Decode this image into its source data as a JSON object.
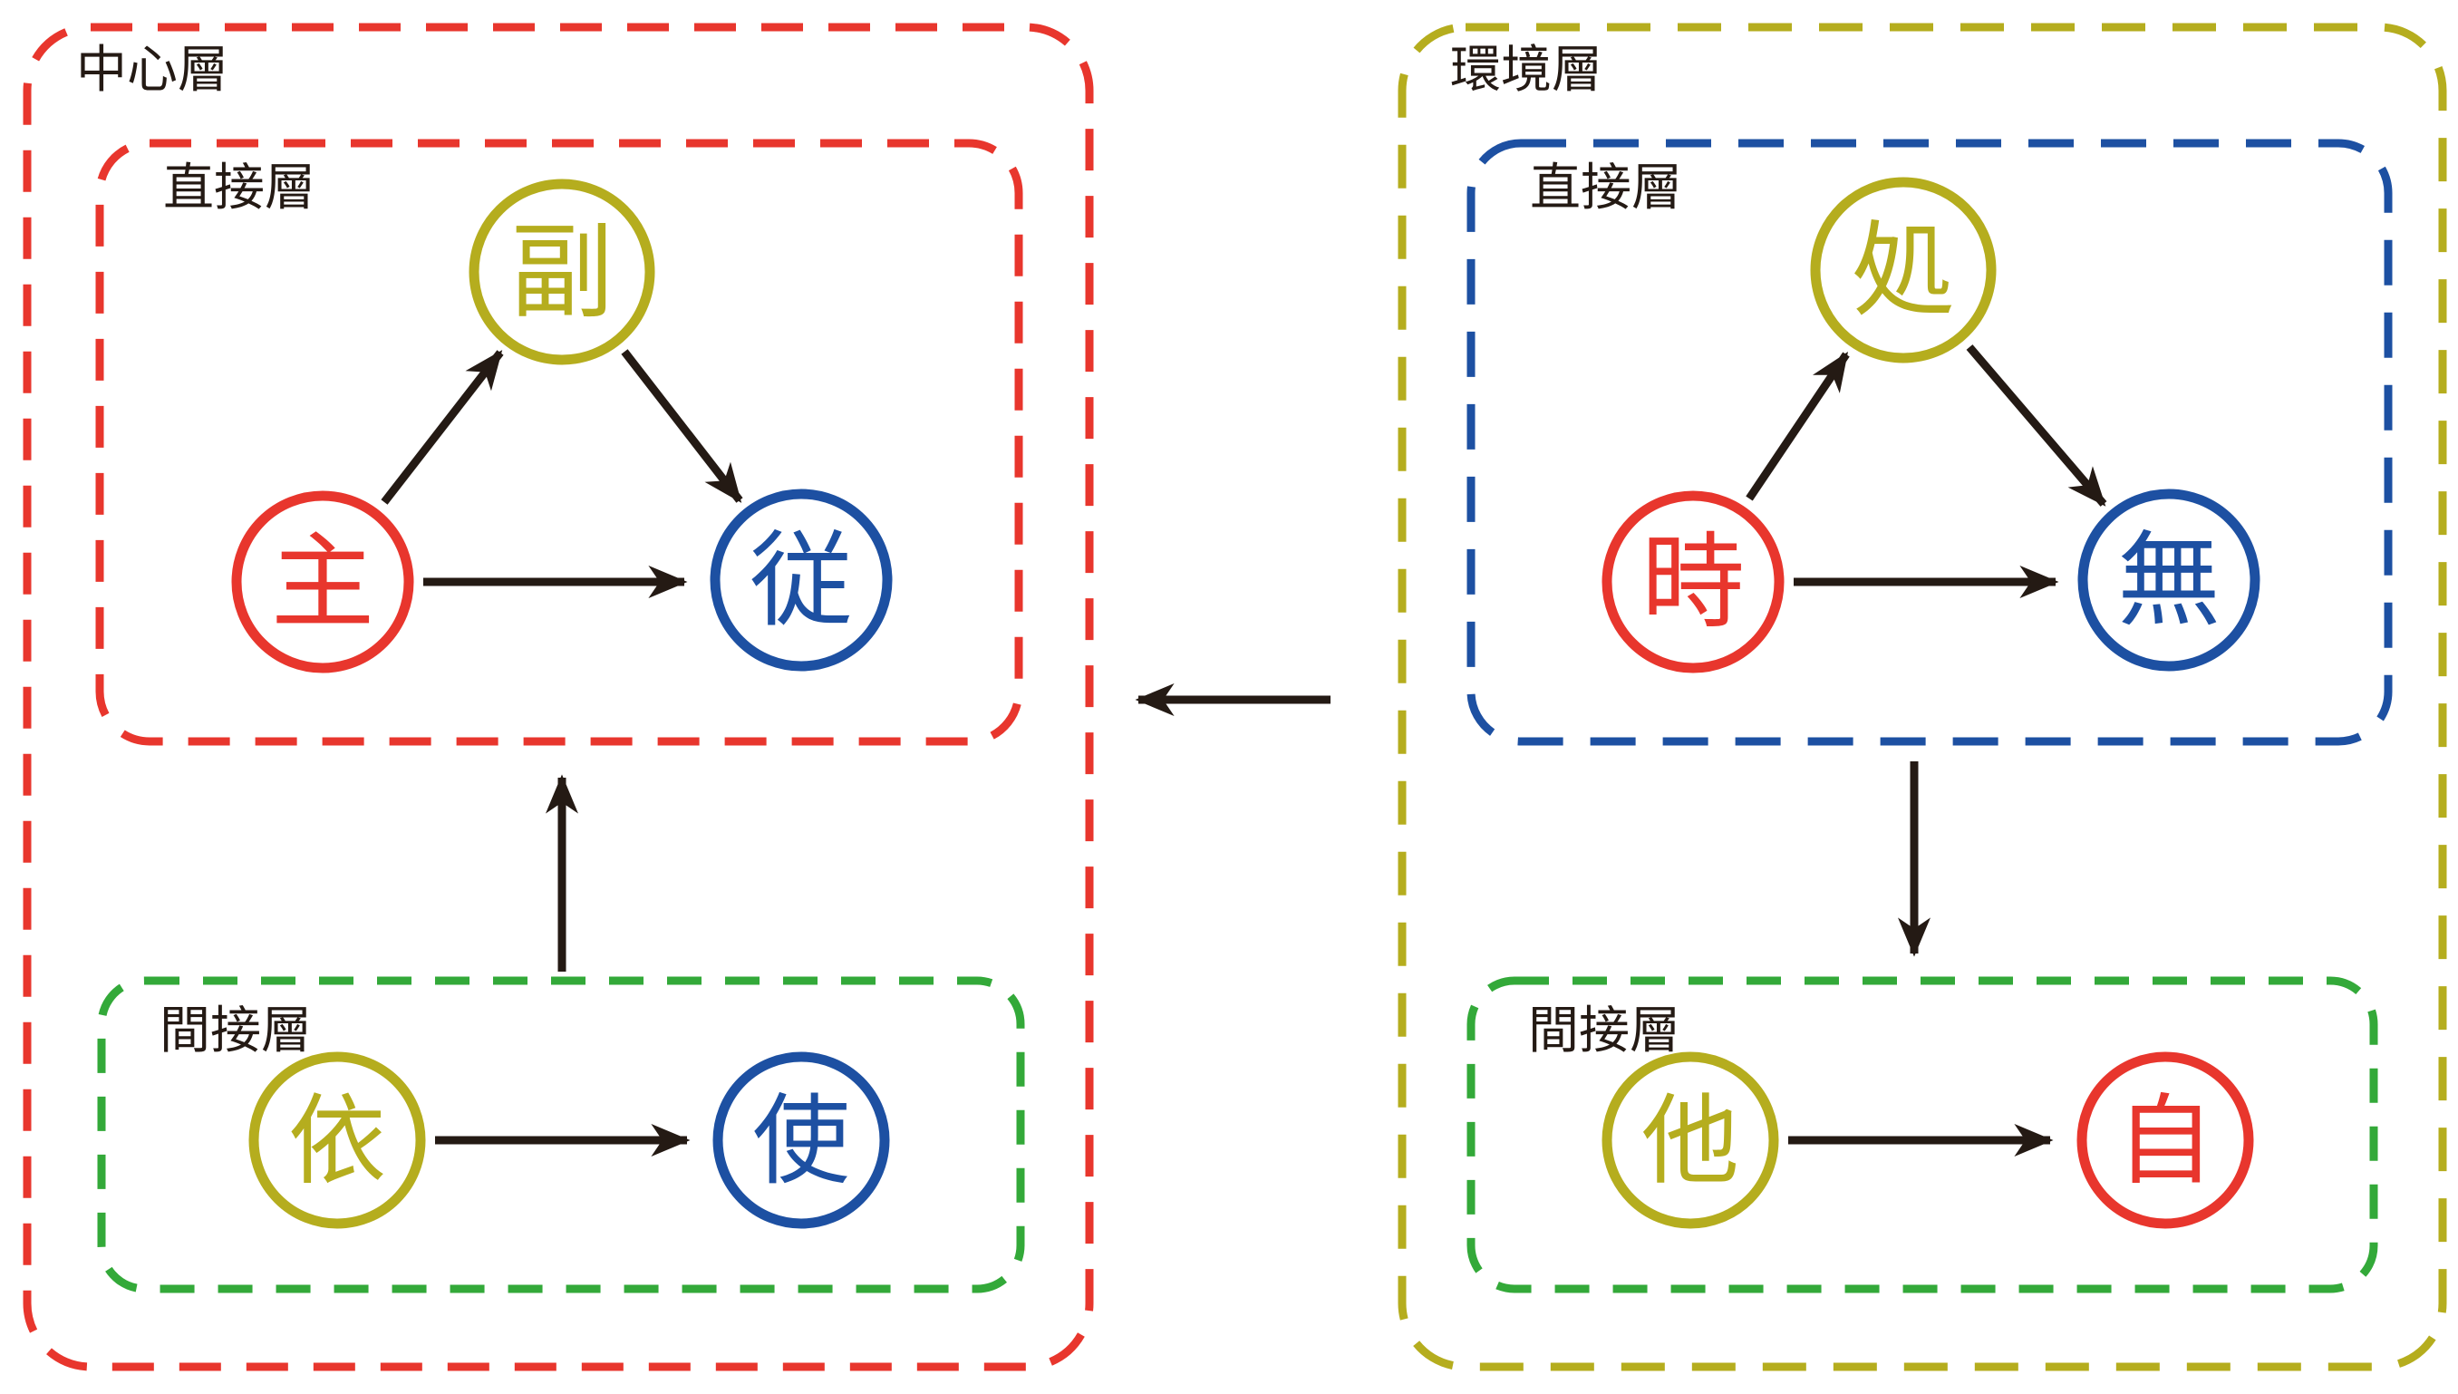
{
  "colors": {
    "red": "#e8362d",
    "olive": "#b5ad1e",
    "blue": "#1d50a2",
    "green": "#33a939",
    "ink": "#241a14",
    "background": "#ffffff"
  },
  "center_layer": {
    "label": "中心層",
    "direct_layer": {
      "label": "直接層",
      "nodes": [
        {
          "id": "main",
          "char": "主",
          "color": "red"
        },
        {
          "id": "sub",
          "char": "副",
          "color": "olive"
        },
        {
          "id": "subordinate",
          "char": "従",
          "color": "blue"
        }
      ],
      "edges": [
        "主 → 副",
        "副 → 従",
        "主 → 従"
      ]
    },
    "indirect_layer": {
      "label": "間接層",
      "nodes": [
        {
          "id": "depend",
          "char": "依",
          "color": "olive"
        },
        {
          "id": "causative",
          "char": "使",
          "color": "blue"
        }
      ],
      "edges": [
        "依 → 使"
      ]
    },
    "internal_edge": "間接層 → 直接層"
  },
  "environment_layer": {
    "label": "環境層",
    "direct_layer": {
      "label": "直接層",
      "nodes": [
        {
          "id": "time",
          "char": "時",
          "color": "red"
        },
        {
          "id": "place",
          "char": "処",
          "color": "olive"
        },
        {
          "id": "none",
          "char": "無",
          "color": "blue"
        }
      ],
      "edges": [
        "時 → 処",
        "処 → 無",
        "時 → 無"
      ]
    },
    "indirect_layer": {
      "label": "間接層",
      "nodes": [
        {
          "id": "other",
          "char": "他",
          "color": "olive"
        },
        {
          "id": "self",
          "char": "自",
          "color": "red"
        }
      ],
      "edges": [
        "他 → 自"
      ]
    },
    "internal_edge": "直接層 → 間接層"
  },
  "cross_edge": "環境層 → 中心層"
}
